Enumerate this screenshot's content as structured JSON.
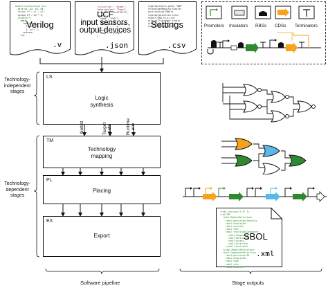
{
  "inputs": {
    "verilog": {
      "title": "Verilog",
      "ext": ".v",
      "code": [
        "module nixed(output out,",
        "",
        "  wire w1, w2, w3, w4;",
        "  assign #T = w1 + w2;",
        "  assign #T = w3 * 4;",
        "",
        "  always@(*)",
        "    begin",
        "      case(w1,3)",
        "        0: w3 = 1;",
        "        1: w4 = 1;",
        "      endcase",
        "    end"
      ]
    },
    "ucf": {
      "title": "UCF\ninput sensors,\noutput devices",
      "ext": ".json",
      "code": [
        "  \"collection\": \"header\",",
        "  \"description\": \"Input\",",
        "  \"version\": \"Eco1C1G1T1\",",
        "",
        "  \"parts\": [",
        "    \"name\": \"PhIF\",",
        "    \"type\": \"cds\",",
        "    \"dnasequence\": \"ATGG\"",
        "  ],",
        "",
        "  \"gates\": [",
        "    \"name\": \"P1_PhIF\"",
        "  ]"
      ]
    },
    "settings": {
      "title": "Settings",
      "ext": ".csv",
      "code": [
        "logicSynthesis.gates \"NOR\"",
        "technologyMapping.Simulat",
        "partitioning.SBmics",
        "logicOptimization.false",
        "export.SBOLfile.true",
        "placing.Placement.single",
        "placing.ReturnAll.false",
        "export.Genbank.true"
      ]
    }
  },
  "legend": {
    "items": [
      "Promoters",
      "Insulators",
      "RBSs",
      "CDSs",
      "Terminators"
    ]
  },
  "stages": [
    {
      "code": "LS",
      "label": "Logic\nsynthesis"
    },
    {
      "code": "TM",
      "label": "Technology\nmapping"
    },
    {
      "code": "PL",
      "label": "Placing"
    },
    {
      "code": "EX",
      "label": "Export"
    }
  ],
  "side_labels": {
    "independent": "Technology-\nindependent\nstages",
    "dependent": "Technology-\ndependent\nstages"
  },
  "arrow_labels": {
    "netlist": "Netlist",
    "target": "Target\ndata",
    "runtime": "Runtime\nenv"
  },
  "sbol": {
    "title": "SBOL",
    "ext": ".xml",
    "code": [
      "<?xml version=\"1.0\" ?>",
      "<rdf:RDF",
      "  <sbol:ModuleDefinition",
      "    <sbol:persistentIdentity",
      "    <sbol:displayId>",
      "    <sbol:version>",
      "    <sbol:role",
      "    <sbol:functionalComponent",
      "      <sbol:Component",
      "      <sbol:definition",
      "      <sbol:access",
      "      <sbol:direction",
      "    </sbol:functional",
      "  </sbol:ModuleDefinition>",
      "  <sbol:ComponentDefinition",
      "    <sbol:persistentId",
      "    <sbol:displayId>",
      "    <sbol:type",
      "    <sbol:role",
      "    <sbol:sequence"
    ]
  },
  "bottom": {
    "pipeline": "Software pipeline",
    "outputs": "Stage outputs"
  },
  "colors": {
    "orange": "#f7a21b",
    "green": "#2f8a2f",
    "blue": "#58b8e8",
    "yellow_line": "#e8c64a",
    "code_green": "#2a8a2a",
    "code_red": "#cc2a2a"
  }
}
